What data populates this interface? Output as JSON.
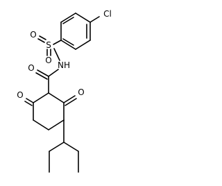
{
  "molecule": {
    "atoms": {
      "cl": "Cl",
      "s": "S",
      "o_sulfonyl_left": "O",
      "o_sulfonyl_bottom": "O",
      "nh": "NH",
      "o_amide": "O",
      "o_ketone_left": "O",
      "o_ketone_right": "O"
    }
  }
}
